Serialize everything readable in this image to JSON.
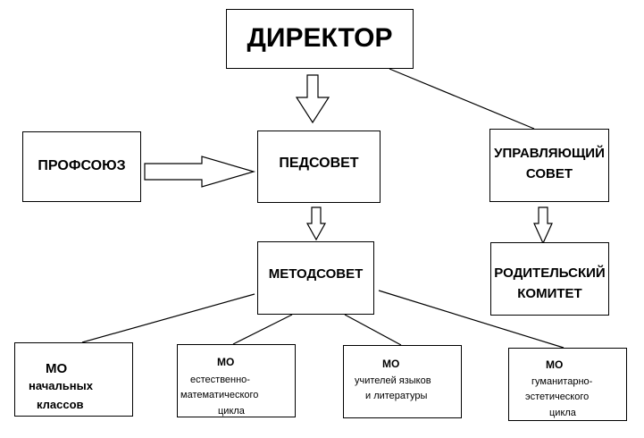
{
  "diagram": {
    "director": {
      "label": "ДИРЕКТОР"
    },
    "profsoyuz": {
      "label": "ПРОФСОЮЗ"
    },
    "pedsovet": {
      "label": "ПЕДСОВЕТ"
    },
    "upravl": {
      "line1": "УПРАВЛЯЮЩИЙ",
      "line2": "СОВЕТ"
    },
    "metodsovet": {
      "label": "МЕТОДСОВЕТ"
    },
    "roditel": {
      "line1": "РОДИТЕЛЬСКИЙ",
      "line2": "КОМИТЕТ"
    },
    "mo1": {
      "line1": "МО",
      "line2": "начальных",
      "line3": "классов"
    },
    "mo2": {
      "line1": "МО",
      "line2": "естественно-",
      "line3": "математического",
      "line4": "цикла"
    },
    "mo3": {
      "line1": "МО",
      "line2": "учителей языков",
      "line3": "и литературы"
    },
    "mo4": {
      "line1": "МО",
      "line2": "гуманитарно-",
      "line3": "эстетического",
      "line4": "цикла"
    }
  }
}
